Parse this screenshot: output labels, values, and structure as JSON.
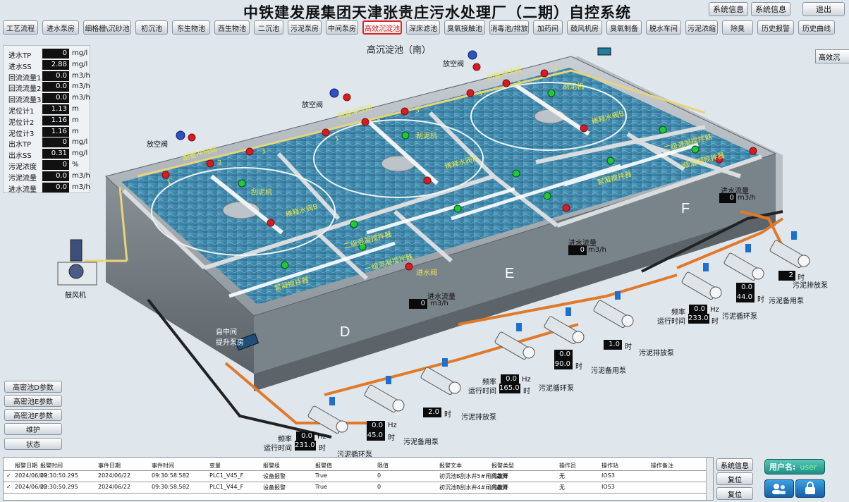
{
  "app_title": "中铁建发展集团天津张贵庄污水处理厂（二期）自控系统",
  "header_buttons": [
    "系统信息",
    "系统信息",
    "退出"
  ],
  "nav_tabs": [
    "工艺流程",
    "进水泵房",
    "细格栅\\沉砂池",
    "初沉池",
    "东生物池",
    "西生物池",
    "二沉池",
    "污泥泵房",
    "中间泵房",
    "高效沉淀池",
    "深床滤池",
    "臭氧接触池",
    "消毒池/排放",
    "加药间",
    "鼓风机房",
    "臭氧制备",
    "脱水车间",
    "污泥浓缩",
    "除臭",
    "历史报警",
    "历史曲线"
  ],
  "active_tab": "高效沉淀池",
  "scene_title": "高沉淀池（南）",
  "right_tag": "高效沉",
  "params": [
    {
      "label": "进水TP",
      "value": "0",
      "unit": "mg/l"
    },
    {
      "label": "进水SS",
      "value": "2.88",
      "unit": "mg/l"
    },
    {
      "label": "回流流量1",
      "value": "0.0",
      "unit": "m3/h"
    },
    {
      "label": "回流流量2",
      "value": "0.0",
      "unit": "m3/h"
    },
    {
      "label": "回流流量3",
      "value": "0.0",
      "unit": "m3/h"
    },
    {
      "label": "泥位计1",
      "value": "1.13",
      "unit": "m"
    },
    {
      "label": "泥位计2",
      "value": "1.16",
      "unit": "m"
    },
    {
      "label": "泥位计3",
      "value": "1.16",
      "unit": "m"
    },
    {
      "label": "出水TP",
      "value": "0",
      "unit": "mg/l"
    },
    {
      "label": "出水SS",
      "value": "0.31",
      "unit": "mg/l"
    },
    {
      "label": "污泥浓度",
      "value": "0",
      "unit": "%"
    },
    {
      "label": "污泥流量",
      "value": "0.0",
      "unit": "m3/h"
    },
    {
      "label": "进水流量",
      "value": "0.0",
      "unit": "m3/h"
    }
  ],
  "scene_labels": {
    "blower": "鼓风机",
    "inlet": "自中间\n提升泵房",
    "vent_valve": "放空阀",
    "pipe_wash": "刮管冲洗阀",
    "scraper": "刮泥机",
    "mix_valve": "稀释水阀B",
    "mix1": "二级混凝搅拌器",
    "mix2": "一级混凝搅拌器",
    "flocc": "絮凝搅拌器",
    "inlet_valve": "进水阀",
    "inflow_label": "进水流量",
    "inflow_unit": "m3/h",
    "pool_d": "D",
    "pool_e": "E",
    "pool_f": "F",
    "inflow_d": "0",
    "inflow_e": "0",
    "inflow_f": "0"
  },
  "pump_groups": [
    {
      "freq": "0.0",
      "runtime": "231.0",
      "standby": "45.0",
      "discharge": "2.0",
      "circ_label": "污泥循环泵",
      "standby_label": "污泥备用泵",
      "discharge_label": "污泥排放泵"
    },
    {
      "freq": "0.0",
      "runtime": "165.0",
      "standby": "90.0",
      "discharge": "1.0",
      "circ_label": "污泥循环泵",
      "standby_label": "污泥备用泵",
      "discharge_label": "污泥排放泵"
    },
    {
      "freq": "0.0",
      "runtime": "233.0",
      "standby": "44.0",
      "discharge": "2",
      "circ_label": "污泥循环泵",
      "standby_label": "污泥备用泵",
      "discharge_label": "污泥排放泵"
    }
  ],
  "pump_text": {
    "freq": "频率",
    "runtime": "运行时间",
    "hz": "Hz",
    "hour": "时"
  },
  "left_buttons": [
    "高密池D参数",
    "高密池E参数",
    "高密池F参数",
    "维护",
    "状态"
  ],
  "alarm_table": {
    "headers": [
      "报警日期",
      "报警时间",
      "事件日期",
      "事件时间",
      "变量",
      "报警组",
      "报警值",
      "限值",
      "报警文本",
      "报警类型",
      "操作员",
      "操作站",
      "操作备注"
    ],
    "rows": [
      [
        "2024/06/22",
        "09:30:50.295",
        "2024/06/22",
        "09:30:58.582",
        "PLC1_V45_F",
        "设备报警",
        "True",
        "0",
        "初沉池B刮水井5#闸门故障",
        "离散开",
        "无",
        "IOS3",
        ""
      ],
      [
        "2024/06/22",
        "09:30:50.295",
        "2024/06/22",
        "09:30:58.582",
        "PLC1_V44_F",
        "设备报警",
        "True",
        "0",
        "初沉池B刮水井4#闸门故障",
        "离散开",
        "无",
        "IOS3",
        ""
      ]
    ]
  },
  "bottom_buttons": [
    "系统信息",
    "复位",
    "复位"
  ],
  "user": {
    "label": "用户名:",
    "name": "user"
  }
}
